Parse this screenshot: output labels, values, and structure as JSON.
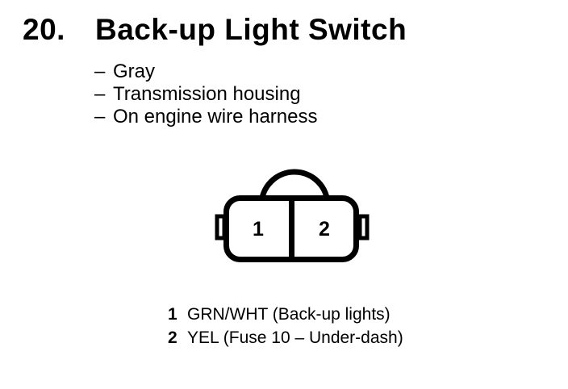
{
  "colors": {
    "ink": "#000000",
    "paper": "#ffffff"
  },
  "header": {
    "number": "20.",
    "title": "Back-up Light Switch"
  },
  "details": [
    {
      "bullet": "–",
      "label": "Gray"
    },
    {
      "bullet": "–",
      "label": "Transmission housing"
    },
    {
      "bullet": "–",
      "label": "On engine wire harness"
    }
  ],
  "connector": {
    "pins": [
      {
        "id": "1"
      },
      {
        "id": "2"
      }
    ]
  },
  "legend": [
    {
      "pin": "1",
      "desc": "GRN/WHT (Back-up lights)"
    },
    {
      "pin": "2",
      "desc": "YEL (Fuse 10 – Under-dash)"
    }
  ]
}
